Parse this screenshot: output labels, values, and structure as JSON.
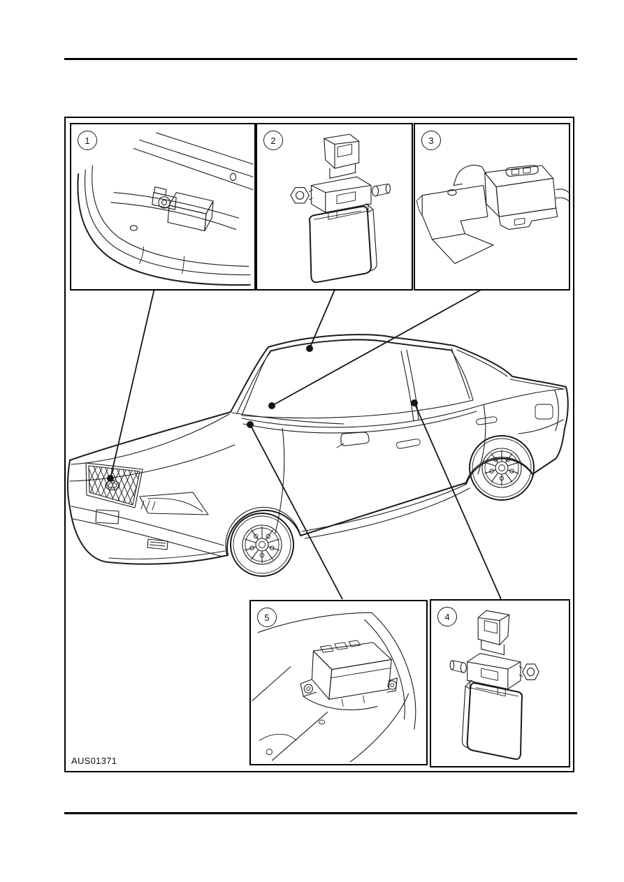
{
  "figure": {
    "code": "AUS01371",
    "callouts": [
      {
        "number": "1"
      },
      {
        "number": "2"
      },
      {
        "number": "3"
      },
      {
        "number": "4"
      },
      {
        "number": "5"
      }
    ]
  },
  "colors": {
    "line": "#1b1b1b",
    "border": "#000000",
    "page_background": "#ffffff"
  }
}
